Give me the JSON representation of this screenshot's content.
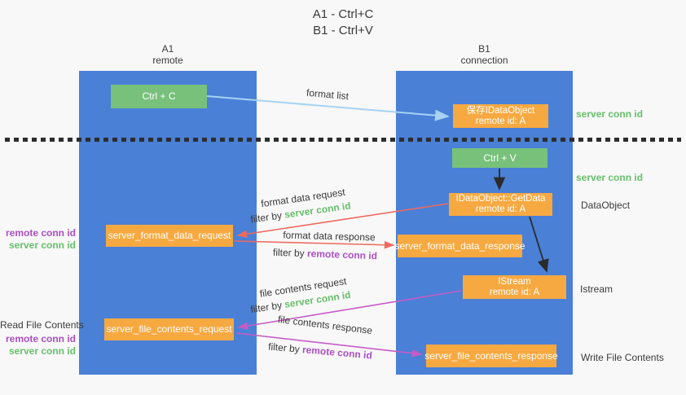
{
  "title": {
    "line1": "A1 - Ctrl+C",
    "line2": "B1 - Ctrl+V"
  },
  "lanes": {
    "a1": {
      "name": "A1",
      "subtitle": "remote"
    },
    "b1": {
      "name": "B1",
      "subtitle": "connection"
    }
  },
  "nodes": {
    "ctrl_c": {
      "label": "Ctrl + C"
    },
    "save_dataobject": {
      "line1": "保存IDataObject",
      "line2": "remote id: A"
    },
    "ctrl_v": {
      "label": "Ctrl + V"
    },
    "getdata": {
      "line1": "IDataObject::GetData",
      "line2": "remote id: A"
    },
    "format_request": {
      "label": "server_format_data_request"
    },
    "format_response": {
      "label": "server_format_data_response"
    },
    "istream": {
      "line1": "IStream",
      "line2": "remote id: A"
    },
    "file_request": {
      "label": "server_file_contents_request"
    },
    "file_response": {
      "label": "server_file_contents_response"
    }
  },
  "flow_labels": {
    "format_list": "format list",
    "format_data_request": "format data request",
    "format_data_response": "format data response",
    "file_contents_request": "file contents request",
    "file_contents_response": "file contents response",
    "filter_by": "filter by ",
    "server_conn_id": "server conn id",
    "remote_conn_id": "remote conn id"
  },
  "side_labels": {
    "server_conn_id_top": "server conn id",
    "server_conn_id_mid": "server conn id",
    "dataobject": "DataObject",
    "istream": "Istream",
    "write_file_contents": "Write File Contents",
    "read_file_contents": "Read File Contents",
    "remote_conn_id": "remote conn id",
    "server_conn_id": "server conn id"
  },
  "colors": {
    "background": "#f8f8f8",
    "lane_blue": "#4a80d6",
    "box_green": "#77c17b",
    "box_orange": "#f7a941",
    "text_dark": "#3a3a3a",
    "green_id": "#67bf6b",
    "purple_id": "#ab4fc4",
    "arrow_red": "#ed6a5f",
    "arrow_magenta": "#c65cc6",
    "arrow_blue": "#a6d3f2",
    "arrow_black": "#2b2b2b"
  }
}
